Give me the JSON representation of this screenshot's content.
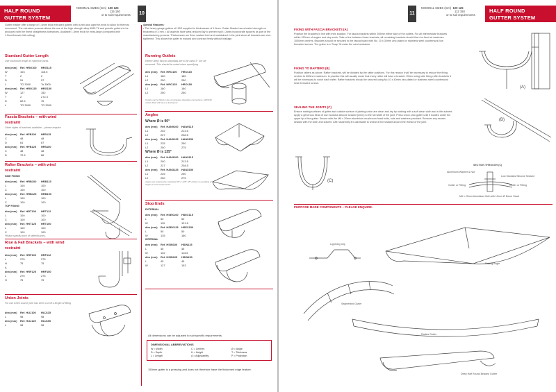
{
  "left_page": {
    "header_title_line1": "HALF ROUND",
    "header_title_line2": "GUTTER SYSTEM",
    "sizes_label": "NOMINAL SIZES (mm)",
    "sizes_row1": "100      125",
    "sizes_row2": "115      150",
    "sizes_row3": "or to suit requirements",
    "page_number": "10",
    "intro": "Gutter master offer a range of 1.6mm thick extruded gutters with curled and ogee tie-ends to allow for thermal movement. The extrusion process allows the use of the high strength alloy 6063-T6 and permits gutters to be produced with the finest straightness tolerances. Available 1.8mm thick for extra-large (compared with 1.5mm/heavier fall cutting).",
    "special_features_title": "Special Features:",
    "special_features": "• The heavy gauge gutters of HRG supplied in thicknesses of 1.6mm. Gutter Master has a tested strength on thickness of 3 mm. • All aspects have weld-reduced lay to prevent spill • Joints incorporate spacers as part of the manufacturing process. Thicknesses are 3mm sealant bed and maintained in the joint since all brackets are over-tightened. This allows the gutter to expand and contract freely without leakage.",
    "gutter_length": {
      "title": "Standard Gutter Length",
      "subtitle": "Use maximum length to minimise joints.",
      "rows": [
        [
          "dim (mm)",
          "Ref. HRG100",
          "HRG115"
        ],
        [
          "W",
          "103",
          "115.5"
        ],
        [
          "T",
          "2",
          "2"
        ],
        [
          "D",
          "51",
          "57"
        ],
        [
          "L",
          "TO 3000",
          "To 3000"
        ],
        [
          "dim (mm)",
          "Ref. HRG125",
          "HRG150"
        ],
        [
          "W",
          "127",
          "152"
        ],
        [
          "T",
          "2",
          "2 to 3"
        ],
        [
          "D",
          "62.5",
          "76"
        ],
        [
          "L",
          "TO 3000",
          "TO 3000"
        ]
      ]
    },
    "fascia": {
      "title_line1": "Fascia Brackets – with wind",
      "title_line2": "restraint",
      "subtitle": "Other styles of brackets available – please enquire.",
      "rows": [
        [
          "dim (mm)",
          "Ref. HFB100",
          "HFB115"
        ],
        [
          "C",
          "48",
          "48"
        ],
        [
          "D",
          "61",
          "67"
        ],
        [
          "dim (mm)",
          "Ref. HFB125",
          "HFB150"
        ],
        [
          "C",
          "48",
          "48"
        ],
        [
          "D",
          "72.5",
          "86"
        ]
      ]
    },
    "rafter": {
      "title_line1": "Rafter Brackets – with wind",
      "title_line2": "restraint",
      "side_fixing": "SIDE FIXING",
      "side_rows": [
        [
          "dim (mm)",
          "Ref. HRB100",
          "HRB115"
        ],
        [
          "L",
          "100",
          "100"
        ],
        [
          "C",
          "100",
          "100"
        ],
        [
          "dim (mm)",
          "Ref. HRB125",
          "HRB150"
        ],
        [
          "L",
          "100",
          "100"
        ],
        [
          "C",
          "100",
          "100"
        ]
      ],
      "top_fixing": "TOP FIXING",
      "top_rows": [
        [
          "dim (mm)",
          "Ref. HRT100",
          "HRT112"
        ],
        [
          "L",
          "100",
          "100"
        ],
        [
          "C",
          "100",
          "100"
        ],
        [
          "dim (mm)",
          "Ref. HRT125",
          "HRT150"
        ],
        [
          "L",
          "100",
          "100"
        ],
        [
          "C",
          "100",
          "100"
        ]
      ],
      "note": "Please specify pitch of rafter/trusses."
    },
    "rise_fall": {
      "title_line1": "Rise & Fall Brackets – with wind",
      "title_line2": "restraint",
      "rows": [
        [
          "dim (mm)",
          "Ref. HRF100",
          "HRF112"
        ],
        [
          "L",
          "275",
          "275"
        ],
        [
          "H",
          "75",
          "75"
        ],
        [
          "A",
          "",
          ""
        ],
        [
          "dim (mm)",
          "Ref. HRF125",
          "HRF150"
        ],
        [
          "L",
          "275",
          "275"
        ],
        [
          "H",
          "75",
          "75"
        ]
      ]
    },
    "union": {
      "title": "Union Joints",
      "subtitle": "For use when source joint has been cut off a length of fitting",
      "rows": [
        [
          "dim (mm)",
          "Ref. HUJ100",
          "HUJ115"
        ],
        [
          "L",
          "98",
          "98"
        ],
        [
          "dim (mm)",
          "Ref. HUJ125",
          "HUJ150"
        ],
        [
          "L",
          "98",
          "98"
        ]
      ]
    },
    "outlets": {
      "title": "Running Outlets",
      "subtitle": "Where deep 'fascia' downfalls are to be used 3\" 'sin' be reversed. This should be noted when specifying",
      "rows": [
        [
          "dim (mm)",
          "Ref. HRO100",
          "HRO115"
        ],
        [
          "L1",
          "180",
          "180"
        ],
        [
          "L2",
          "250",
          "250"
        ],
        [
          "dim (mm)",
          "Ref. HRO125",
          "HRO150"
        ],
        [
          "L1",
          "180",
          "180"
        ],
        [
          "L2",
          "250",
          "250"
        ]
      ],
      "note": "Outlets can be fitted in lieu of rainwater downpipe connections. HRO100 outlets fitted will have a downspout."
    },
    "angles": {
      "title": "Angles",
      "where90": "Where Ø is 90°",
      "rows90": [
        [
          "dim (mm)",
          "Ref. HAN9100",
          "HAN9115"
        ],
        [
          "L1",
          "202",
          "213.5"
        ],
        [
          "L2",
          "227",
          "238.5"
        ],
        [
          "dim (mm)",
          "Ref. HAN9125",
          "HAN9150"
        ],
        [
          "L1",
          "225",
          "250"
        ],
        [
          "L2",
          "250",
          "275"
        ]
      ],
      "where135": "Where Ø is 135°",
      "rows135": [
        [
          "dim (mm)",
          "Ref. HAN3100",
          "HAN3115"
        ],
        [
          "L1",
          "200",
          "213.5"
        ],
        [
          "L2",
          "227",
          "238.5"
        ],
        [
          "dim (mm)",
          "Ref. HAN3125",
          "HAN3150"
        ],
        [
          "L1",
          "225",
          "250"
        ],
        [
          "L2",
          "250",
          "275"
        ]
      ],
      "note": "Angles are produced as standard 90° & 135°; 45° (other) on available at angles to suit requirements."
    },
    "stop_ends": {
      "title": "Stop Ends",
      "external": "EXTERNAL",
      "ext_rows": [
        [
          "dim (mm)",
          "Ref. HSEX100",
          "HSEX115"
        ],
        [
          "L",
          "50",
          "50"
        ],
        [
          "W",
          "110",
          "121.5"
        ],
        [
          "dim (mm)",
          "Ref. HSEX125",
          "HSEX150"
        ],
        [
          "L",
          "50",
          "50"
        ],
        [
          "W",
          "135",
          "160"
        ]
      ],
      "internal": "INTERNAL",
      "int_rows": [
        [
          "dim (mm)",
          "Ref. HSIN100",
          "HSIN115"
        ],
        [
          "L",
          "45",
          "45"
        ],
        [
          "W",
          "102",
          "113.5"
        ],
        [
          "dim (mm)",
          "Ref. HSIN125",
          "HSIN150"
        ],
        [
          "L",
          "45",
          "45"
        ],
        [
          "W",
          "127",
          "153"
        ]
      ]
    },
    "dimensions_note": "All dimensions can be adjusted to suit specific requirements.",
    "abbr": {
      "title": "DIMENSIONAL ABBREVIATIONS",
      "items": [
        "W = Width",
        "C = Centres",
        "Ø = Angle",
        "D = Depth",
        "H = Height",
        "T = Thickness",
        "L = Length",
        "A = Adjustability",
        "P = Projection"
      ]
    },
    "foot_note": "150mm gutter is a pressing and does not therefore have the thickened edge feature."
  },
  "right_page": {
    "page_number": "11",
    "sizes_label": "NOMINAL SIZES (mm)",
    "sizes_row1": "100      125",
    "sizes_row2": "112      150",
    "sizes_row3": "or to suit requirements",
    "header_title_line1": "HALF ROUND",
    "header_title_line2": "GUTTER SYSTEM",
    "fascia_fixing": {
      "title": "FIXING WITH FASCIA BRACKETS (A)",
      "body": "Position the brackets in line with their location. For fascia brackets within 200mm either side of the outlets. For all intermediate brackets within 150mm of angles and stop ends. Take a line between these brackets, all remaining brackets should then be fixed at maximum 1000mm centres. Brackets should be secured to the fascia board with No. 10 x 30mm zinc plated or stainless steel countersunk low threaded screws. The gutter is a 'Snap' fit under the wind restraints."
    },
    "rafter_fixing": {
      "title": "FIXING TO RAFTERS (B)",
      "body": "Position rafters as above. Rafter brackets, will be dictated by the rafter positions. For this reason it will be necessary to reduce the fixing centres to 600mm maximum. In practice this will usually mean that every rafter will have a bracket. When using side fixing rafter brackets it will be necessary to notch each rafter. Rafter brackets should be secured using No.10 x 40mm zinc plated or stainless steel countersunk heat threaded screws."
    },
    "sealing": {
      "title": "SEALING THE JOINTS (C)",
      "body": "Ensure mating surfaces of gutter and outside surface of jointing union are clean and dry by rubbing with a soft clean cloth and a thin solvent. Apply a generous bead of low modulus silicone sealant (3mm) to the full width of the joint. Press union onto gutter until it locates under the upper lip of the gutter. Secure with the M6 x 20mm aluminium mushroom head bolts, nuts and washers provided. Remove any excess sealant with the cloth and solvent. After assembly it is advisable to smear a thin sealant around the thread of the joint."
    },
    "label_a": "(A)",
    "label_b": "(B)",
    "label_c": "(C)",
    "section_title": "SECTION THROUGH (C)",
    "section_callouts": [
      "Aluminium Washer & Nut",
      "Low Modulus Silicone Sealant",
      "Gutter or Fitting",
      "Gutter or Fitting",
      "M6 x 20mm Aluminium Bolt with 10mm Ø Dome Head"
    ],
    "purpose_title": "PURPOSE MADE COMPONENTS – PLEASE ENQUIRE.",
    "purpose_labels": [
      "Lightning Clip",
      "Raking Angle",
      "Segmented Gutter",
      "Radius Gutter",
      "Deep Half Round Beaded Gutter"
    ]
  }
}
